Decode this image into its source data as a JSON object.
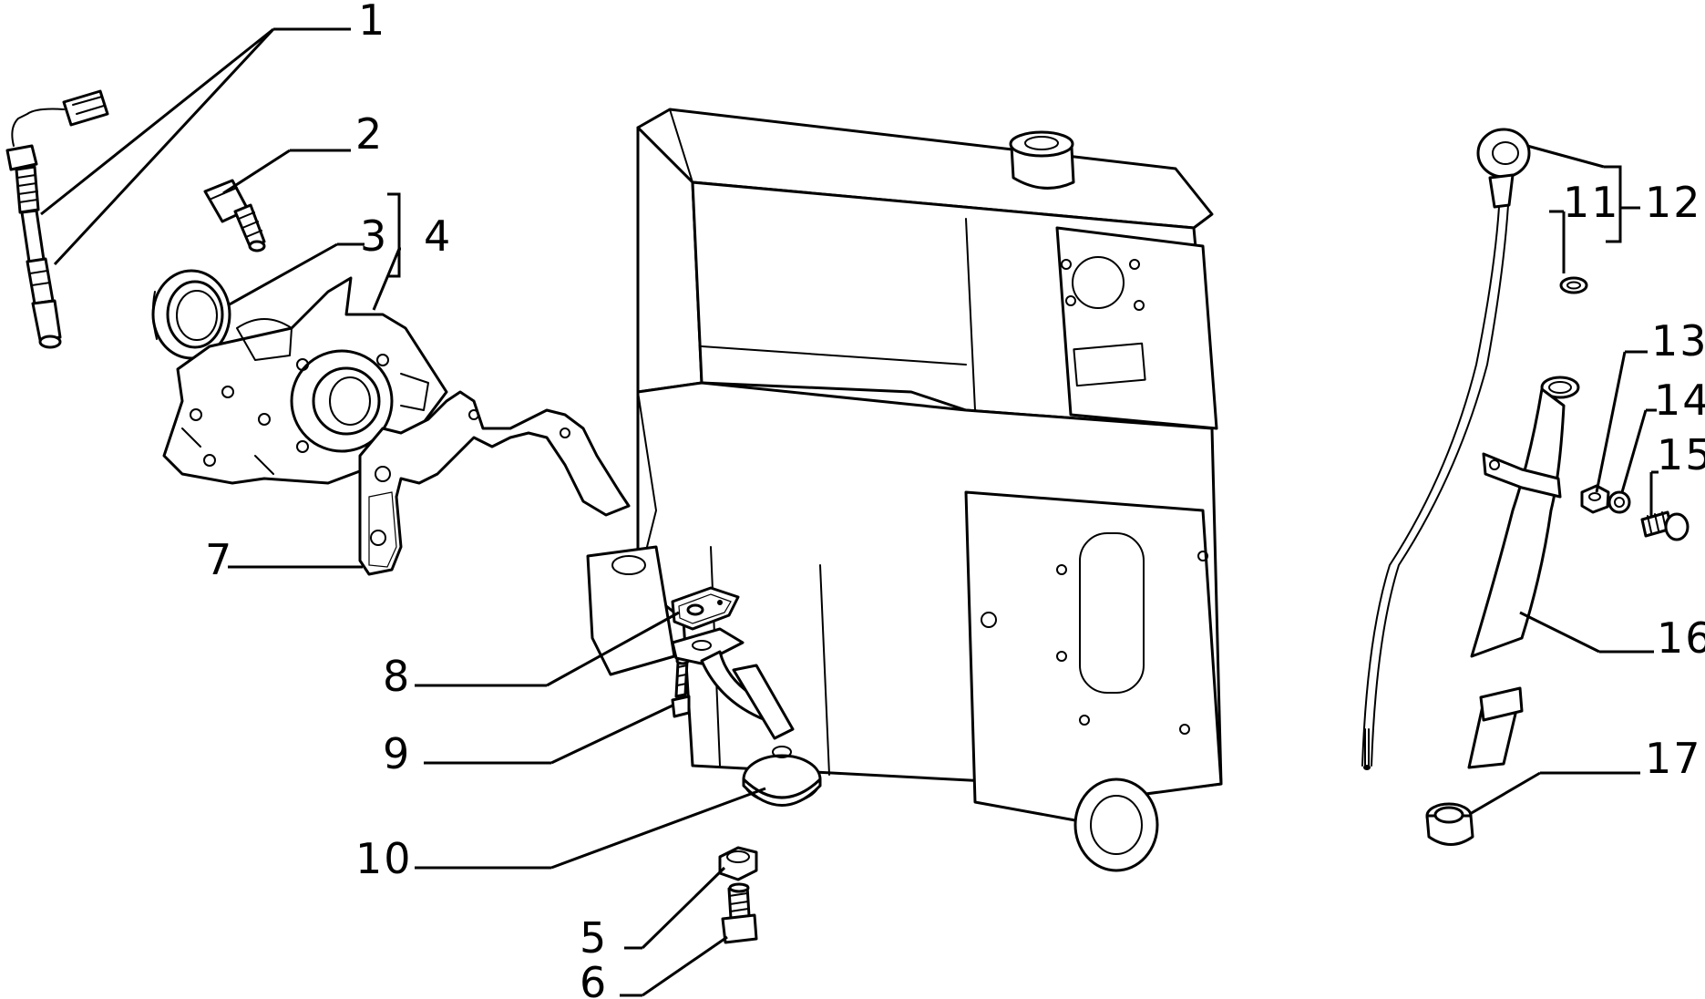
{
  "labels": {
    "p1": "1",
    "p2": "2",
    "p3": "3",
    "p4": "4",
    "p5": "5",
    "p6": "6",
    "p7": "7",
    "p8": "8",
    "p9": "9",
    "p10": "10",
    "p11": "11",
    "p12": "12",
    "p13": "13",
    "p14": "14",
    "p15": "15",
    "p16": "16",
    "p17": "17"
  },
  "colors": {
    "line": "#000000",
    "background": "#ffffff"
  }
}
